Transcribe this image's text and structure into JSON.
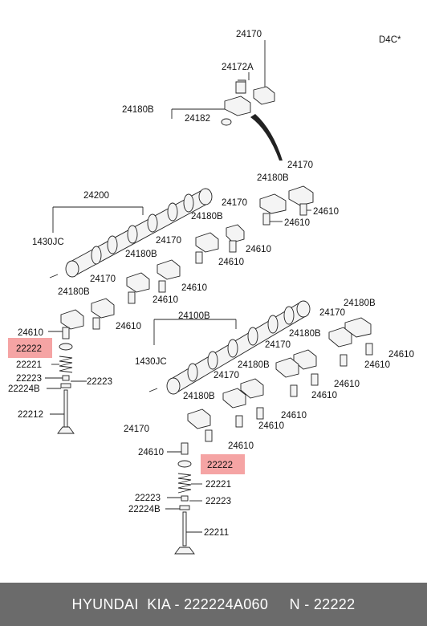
{
  "diagram": {
    "engine_code": "D4C*",
    "labels": {
      "l24170_top": "24170",
      "l24172A": "24172A",
      "l24180B_top": "24180B",
      "l24182": "24182",
      "l24170_r1": "24170",
      "l24180B_r1": "24180B",
      "l24610_r1a": "24610",
      "l24610_r1b": "24610",
      "l24200": "24200",
      "l24170_m1": "24170",
      "l24180B_m1": "24180B",
      "l24610_m1": "24610",
      "l1430JC_a": "1430JC",
      "l24170_m2": "24170",
      "l24180B_m2": "24180B",
      "l24610_m2a": "24610",
      "l24610_m2b": "24610",
      "l24180B_m3": "24180B",
      "l24170_m3": "24170",
      "l24610_l": "24610",
      "l24610_m3": "24610",
      "l22222_a": "22222",
      "l22221_a": "22221",
      "l22223_a1": "22223",
      "l22223_a2": "22223",
      "l22224B_a": "22224B",
      "l22212": "22212",
      "l24100B": "24100B",
      "l24170_e1": "24170",
      "l24180B_e1": "24180B",
      "l24180B_e2": "24180B",
      "l24610_e1": "24610",
      "l24610_e2": "24610",
      "l24170_e2": "24170",
      "l24610_e3": "24610",
      "l24610_e4": "24610",
      "l1430JC_b": "1430JC",
      "l24170_e3": "24170",
      "l24180B_e3": "24180B",
      "l24180B_e4": "24180B",
      "l24610_e5": "24610",
      "l24610_e6": "24610",
      "l24170_e4": "24170",
      "l24610_e7": "24610",
      "l24610_e8": "24610",
      "l22222_b": "22222",
      "l22221_b": "22221",
      "l22223_b1": "22223",
      "l22223_b2": "22223",
      "l22224B_b": "22224B",
      "l22211": "22211"
    }
  },
  "footer": {
    "text": "HYUNDAI  KIA - 222224A060     N - 22222"
  },
  "colors": {
    "highlight": "#f28d8d",
    "footer_bg": "#6b6b6b",
    "footer_text": "#ffffff"
  }
}
